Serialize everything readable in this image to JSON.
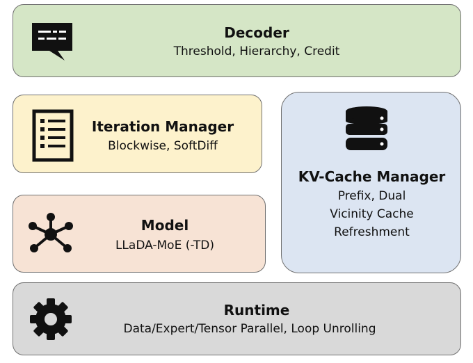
{
  "decoder": {
    "title": "Decoder",
    "subtitle": "Threshold, Hierarchy, Credit",
    "icon": "message-icon",
    "color": "#d5e6c6"
  },
  "iteration_manager": {
    "title": "Iteration Manager",
    "subtitle": "Blockwise, SoftDiff",
    "icon": "checklist-icon",
    "color": "#fdf2cc"
  },
  "model": {
    "title": "Model",
    "subtitle": "LLaDA-MoE (-TD)",
    "icon": "network-icon",
    "color": "#f7e3d5"
  },
  "kv_cache_manager": {
    "title": "KV-Cache Manager",
    "lines": [
      "Prefix, Dual",
      "Vicinity Cache",
      "Refreshment"
    ],
    "icon": "database-icon",
    "color": "#dce5f2"
  },
  "runtime": {
    "title": "Runtime",
    "subtitle": "Data/Expert/Tensor Parallel, Loop Unrolling",
    "icon": "gear-icon",
    "color": "#d9d9d9"
  }
}
